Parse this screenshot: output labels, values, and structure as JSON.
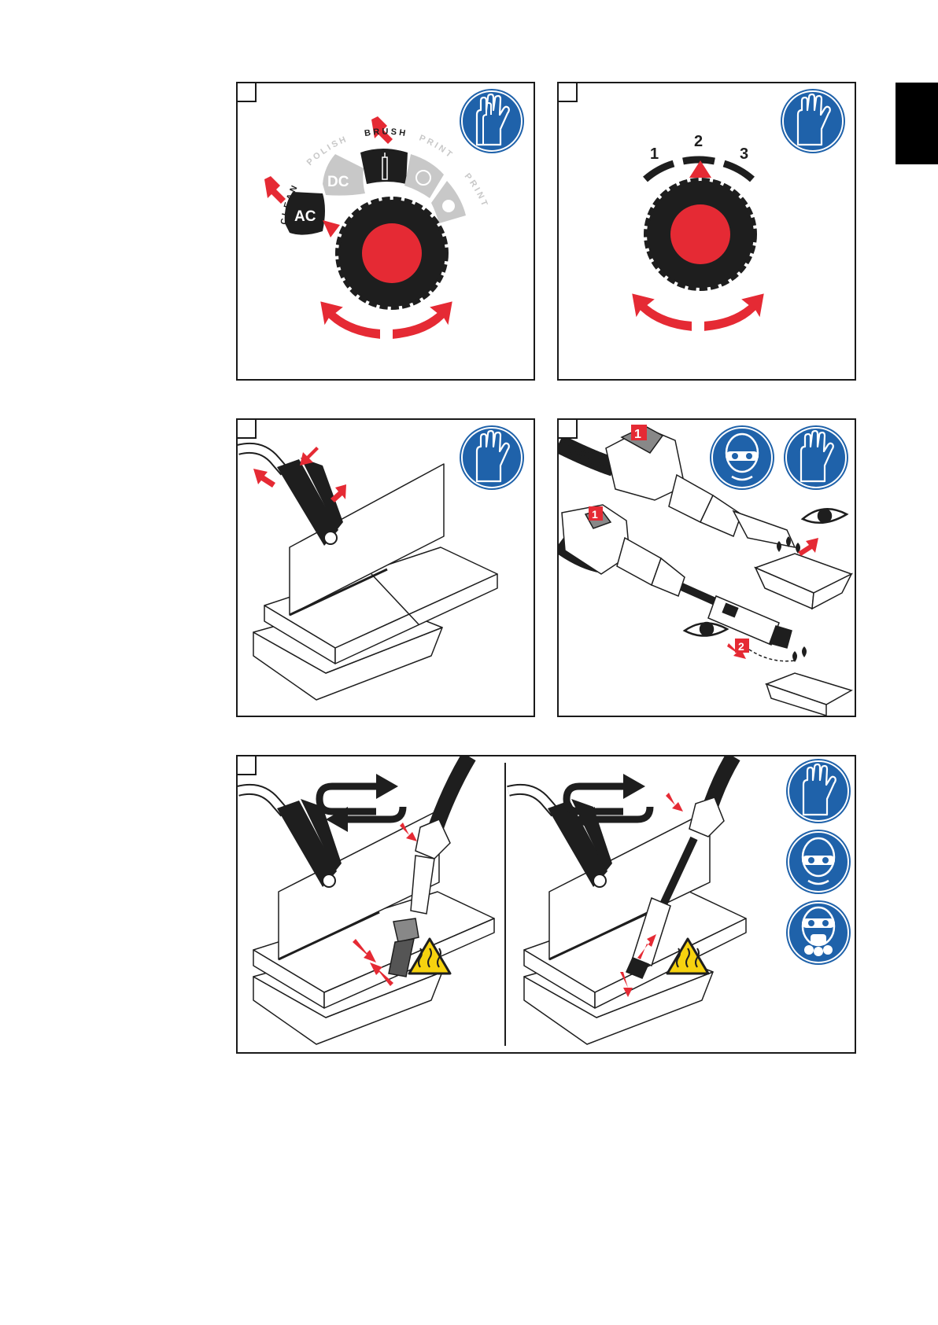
{
  "colors": {
    "accent_red": "#e52a34",
    "sign_blue": "#1f62aa",
    "warning_yellow": "#f6d20f",
    "dark": "#1e1e1e",
    "inactive_grey": "#c8c8c8",
    "frame": "#1a1a1a"
  },
  "panel1": {
    "mode_labels": [
      "CLEAN",
      "POLISH",
      "BRUSH",
      "PRINT",
      "PRINT"
    ],
    "button_labels": [
      "AC",
      "DC"
    ],
    "sign": "gloves-icon"
  },
  "panel2": {
    "levels": [
      "1",
      "2",
      "3"
    ],
    "sign": "gloves-icon"
  },
  "panel3": {
    "sign": "gloves-icon"
  },
  "panel4": {
    "markers": [
      "1",
      "2"
    ],
    "signs": [
      "goggles-icon",
      "gloves-icon"
    ]
  },
  "panel5": {
    "signs": [
      "gloves-icon",
      "goggles-icon",
      "respirator-icon"
    ],
    "warning": "hot-surface-warning-icon"
  }
}
